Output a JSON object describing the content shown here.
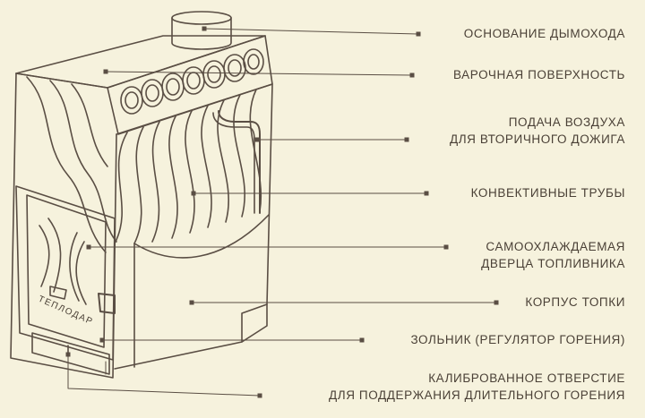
{
  "brand": "ТЕПЛОДАР",
  "labels": [
    {
      "id": "chimney-base",
      "lines": [
        "ОСНОВАНИЕ ДЫМОХОДА"
      ]
    },
    {
      "id": "cooking-surface",
      "lines": [
        "ВАРОЧНАЯ ПОВЕРХНОСТЬ"
      ]
    },
    {
      "id": "secondary-air",
      "lines": [
        "ПОДАЧА  ВОЗДУХА",
        "ДЛЯ ВТОРИЧНОГО ДОЖИГА"
      ]
    },
    {
      "id": "convection-pipes",
      "lines": [
        "КОНВЕКТИВНЫЕ ТРУБЫ"
      ]
    },
    {
      "id": "fuel-door",
      "lines": [
        "САМООХЛАЖДАЕМАЯ",
        "ДВЕРЦА ТОПЛИВНИКА"
      ]
    },
    {
      "id": "firebox-body",
      "lines": [
        "КОРПУС ТОПКИ"
      ]
    },
    {
      "id": "ash-pan",
      "lines": [
        "ЗОЛЬНИК (РЕГУЛЯТОР ГОРЕНИЯ)"
      ]
    },
    {
      "id": "calibrated-hole",
      "lines": [
        "КАЛИБРОВАННОЕ ОТВЕРСТИЕ",
        "ДЛЯ ПОДДЕРЖАНИЯ ДЛИТЕЛЬНОГО ГОРЕНИЯ"
      ]
    }
  ],
  "colors": {
    "background": "#f6f2dd",
    "stroke": "#5a4e44",
    "text": "#4a4036"
  }
}
